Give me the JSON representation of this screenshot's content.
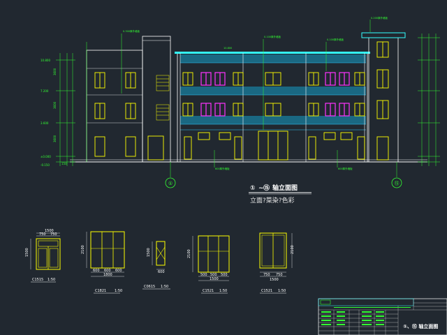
{
  "drawing": {
    "title": "①~⑮ 轴立面图",
    "title_axis_start": "①",
    "title_axis_end": "⑮",
    "title_label": "轴立面图",
    "subtitle": "立面?菜染?色彩",
    "axis_bubbles": [
      "①",
      "⑮"
    ]
  },
  "windows": [
    {
      "code": "C1515",
      "scale": "1:50"
    },
    {
      "code": "C1821",
      "scale": "1:50"
    },
    {
      "code": "C0615",
      "scale": "1:50"
    },
    {
      "code": "C1521",
      "scale": "1:50"
    },
    {
      "code": "C1521",
      "scale": "1:50"
    }
  ],
  "window_dims": {
    "c1515_width": "1500",
    "c1515_split": [
      "750",
      "750"
    ],
    "c1515_height": "1500",
    "c1821_height": "2100",
    "c1821_split": [
      "600",
      "600",
      "600"
    ],
    "c1821_width": "1800",
    "c0615_height": "1500",
    "c0615_width": "600",
    "c1521a_height": "2100",
    "c1521a_split": [
      "500",
      "500",
      "500"
    ],
    "c1521a_width": "1500",
    "c1521b_height": "2100",
    "c1521b_split": [
      "750",
      "750"
    ],
    "c1521b_width": "1500"
  },
  "elevations_left": [
    "10.800",
    "7.200",
    "3.600",
    "±0.000",
    "-0.150"
  ],
  "dims_left": [
    "3600",
    "3600",
    "3600",
    "150"
  ],
  "colors": {
    "background": "#212830",
    "outline": "#ffffff",
    "window": "#ffff00",
    "window_highlight": "#ff33ff",
    "grid": "#33ff33",
    "roof": "#33ffff",
    "balcony": "#1aa3c8"
  },
  "title_block": {
    "drawing_name": "①、⑮ 轴立面图"
  }
}
